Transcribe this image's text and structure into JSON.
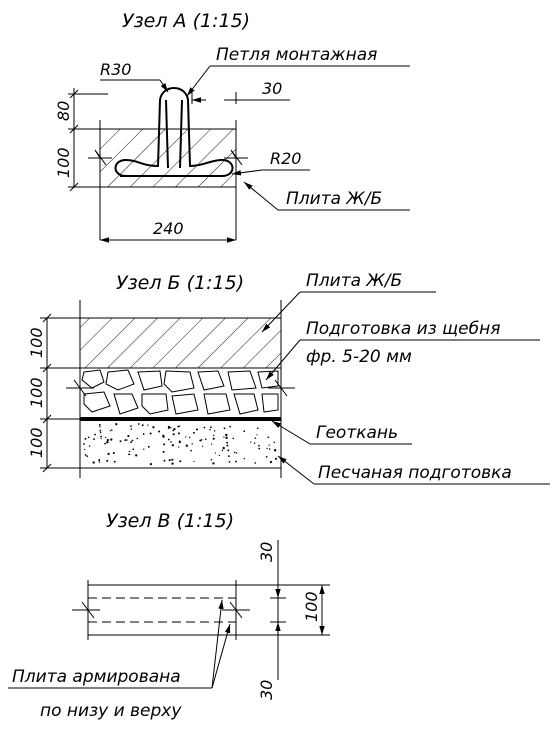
{
  "node_a": {
    "title": "Узел А (1:15)",
    "callout_loop": "Петля монтажная",
    "callout_plate": "Плита Ж/Б",
    "dim_r30": "R30",
    "dim_r20": "R20",
    "dim_30": "30",
    "dim_80": "80",
    "dim_100": "100",
    "dim_240": "240"
  },
  "node_b": {
    "title": "Узел Б (1:15)",
    "callout_plate": "Плита Ж/Б",
    "callout_gravel_line1": "Подготовка из щебня",
    "callout_gravel_line2": "фр. 5-20 мм",
    "callout_geotextile": "Геоткань",
    "callout_sand": "Песчаная подготовка",
    "dim_layer_1": "100",
    "dim_layer_2": "100",
    "dim_layer_3": "100"
  },
  "node_c": {
    "title": "Узел В (1:15)",
    "dim_top": "30",
    "dim_total": "100",
    "dim_bottom": "30",
    "note_line1": "Плита армирована",
    "note_line2": "по низу и верху"
  }
}
